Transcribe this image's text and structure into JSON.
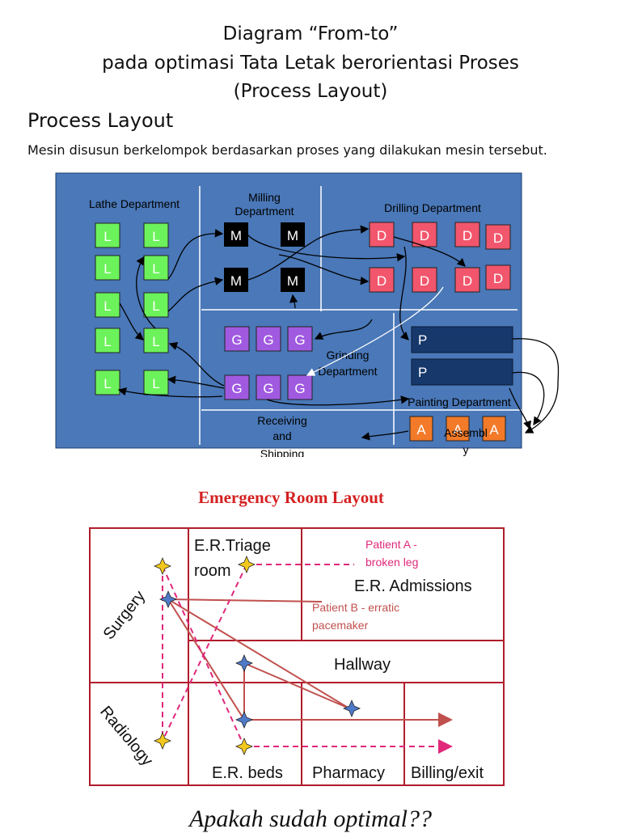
{
  "header": {
    "title_line1": "Diagram “From-to”",
    "title_line2": "pada optimasi Tata Letak berorientasi Proses",
    "title_line3": "(Process Layout)",
    "section": "Process Layout",
    "description": "Mesin disusun berkelompok berdasarkan proses yang dilakukan mesin tersebut."
  },
  "process_layout": {
    "colors": {
      "background": "#4a78b8",
      "lathe": "#6cf25a",
      "milling": "#000000",
      "drilling": "#f2566c",
      "grinding": "#a05ae0",
      "painting": "#17386b",
      "assembly": "#f27a28"
    },
    "departments": {
      "lathe": "Lathe Department",
      "milling_1": "Milling",
      "milling_2": "Department",
      "drilling": "Drilling Department",
      "grinding_1": "Grinding",
      "grinding_2": "Department",
      "painting": "Painting Department",
      "receiving_1": "Receiving",
      "receiving_2": "and",
      "receiving_3": "Shipping",
      "assembly_1": "Assembl",
      "assembly_2": "y"
    },
    "machine_labels": {
      "lathe": "L",
      "milling": "M",
      "drilling": "D",
      "grinding": "G",
      "painting": "P",
      "assembly": "A"
    }
  },
  "er_layout": {
    "title": "Emergency Room Layout",
    "colors": {
      "border": "#b01c2c",
      "patient_a": "#e0287a",
      "patient_b": "#c0504d"
    },
    "rooms": {
      "surgery": "Surgery",
      "radiology": "Radiology",
      "triage_1": "E.R.Triage",
      "triage_2": "room",
      "admissions": "E.R. Admissions",
      "hallway": "Hallway",
      "beds": "E.R. beds",
      "pharmacy": "Pharmacy",
      "billing": "Billing/exit"
    },
    "patient_a_1": "Patient A -",
    "patient_a_2": "broken leg",
    "patient_b_1": "Patient B - erratic",
    "patient_b_2": "pacemaker"
  },
  "footer": "Apakah sudah optimal??"
}
